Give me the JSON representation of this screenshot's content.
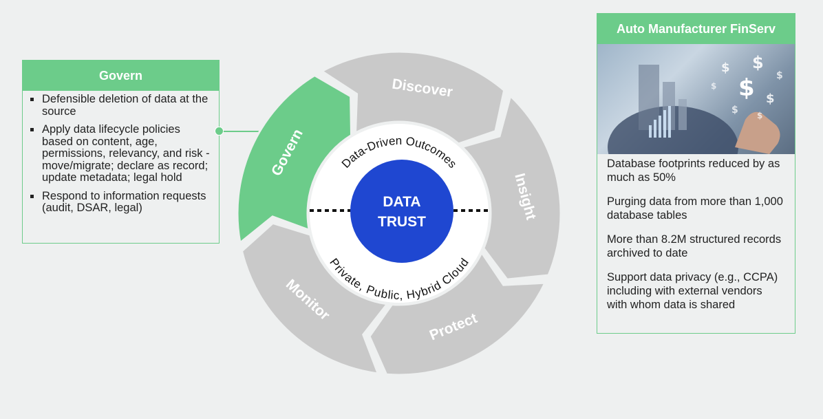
{
  "govern_panel": {
    "title": "Govern",
    "items": [
      "Defensible deletion of data at the source",
      "Apply data lifecycle policies based on content, age, permissions, relevancy, and risk - move/migrate;  declare as record; update metadata; legal hold",
      "Respond to information requests (audit, DSAR, legal)"
    ]
  },
  "cycle": {
    "segments": [
      "Discover",
      "Insight",
      "Protect",
      "Monitor",
      "Govern"
    ],
    "highlighted": "Govern",
    "inner_top": "Data-Driven Outcomes",
    "inner_bottom": "Private, Public, Hybrid Cloud",
    "center_line1": "DATA",
    "center_line2": "TRUST"
  },
  "case_panel": {
    "title": "Auto Manufacturer FinServ",
    "image_icon": "dollar-signs-hand-icon",
    "facts": [
      "Database footprints reduced by as much as 50%",
      "Purging data from more than 1,000 database tables",
      "More than 8.2M structured records archived to date",
      "Support data privacy (e.g., CCPA) including with external vendors with whom data is shared"
    ]
  },
  "colors": {
    "accent_green": "#6ccc8a",
    "segment_gray": "#c9c9c9",
    "center_blue": "#1f47d1",
    "background": "#eef0f0"
  }
}
